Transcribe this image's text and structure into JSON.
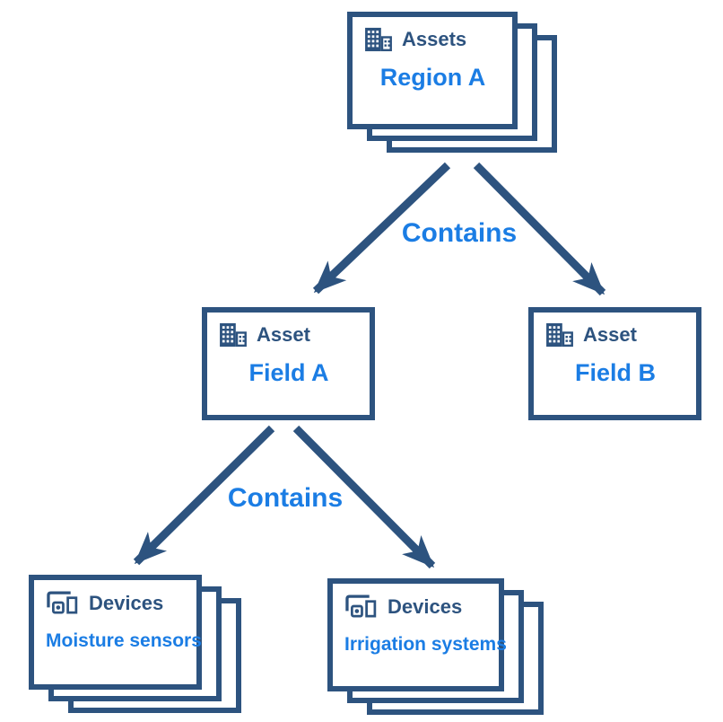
{
  "colors": {
    "navy": "#2d537f",
    "bright_blue": "#1b7de4",
    "background": "#ffffff"
  },
  "icons": {
    "assets": "building-icon",
    "devices": "iot-devices-icon"
  },
  "nodes": {
    "region_a": {
      "type_label": "Assets",
      "name": "Region A"
    },
    "field_a": {
      "type_label": "Asset",
      "name": "Field A"
    },
    "field_b": {
      "type_label": "Asset",
      "name": "Field B"
    },
    "moisture_sensors": {
      "type_label": "Devices",
      "name": "Moisture sensors"
    },
    "irrigation_systems": {
      "type_label": "Devices",
      "name": "Irrigation systems"
    }
  },
  "labels": {
    "contains_top": "Contains",
    "contains_bottom": "Contains"
  }
}
